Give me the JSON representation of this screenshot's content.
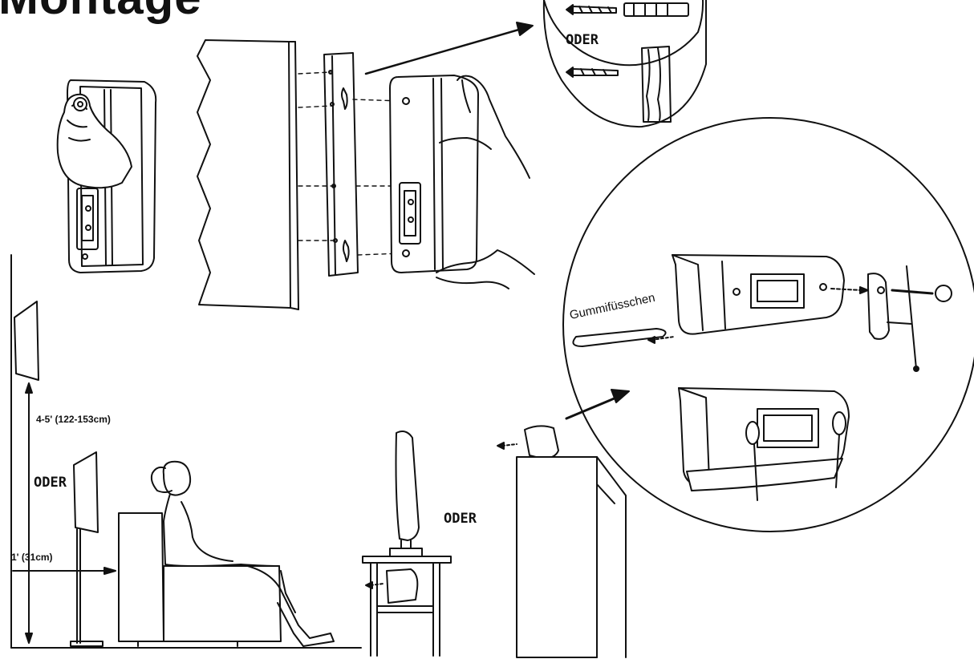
{
  "title": "Montage",
  "labels": {
    "zoom_oder": "ODER",
    "left_oder": "ODER",
    "middle_oder": "ODER",
    "height_range": "4-5' (122-153cm)",
    "distance": "1' (31cm)",
    "rubber_feet": "Gummifüsschen"
  }
}
